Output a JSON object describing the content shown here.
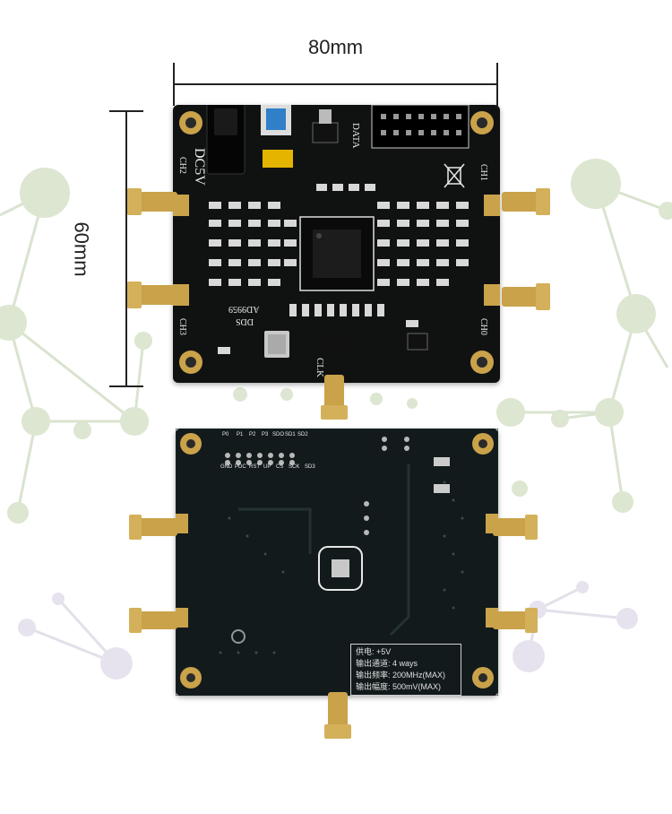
{
  "dimensions": {
    "width_label": "80mm",
    "height_label": "60mm"
  },
  "top_board": {
    "power_label": "DC5V",
    "data_header_label": "DATA",
    "chip_label_line1": "AD9959",
    "chip_label_line2": "DDS",
    "clock_label": "CLK",
    "channels": {
      "ch0": "CH0",
      "ch1": "CH1",
      "ch2": "CH2",
      "ch3": "CH3"
    }
  },
  "bottom_board": {
    "header_row_top": [
      "P0",
      "P1",
      "P2",
      "P3",
      "SDO",
      "SD1",
      "SD2"
    ],
    "header_row_bottom": [
      "GND",
      "PDC",
      "RST",
      "UP",
      "CS",
      "SCK",
      "SD3"
    ],
    "specs": [
      {
        "label": "供电:",
        "value": "+5V"
      },
      {
        "label": "输出通道:",
        "value": "4 ways"
      },
      {
        "label": "输出频率:",
        "value": "200MHz(MAX)"
      },
      {
        "label": "输出幅度:",
        "value": "500mV(MAX)"
      }
    ]
  },
  "colors": {
    "pcb": "#101212",
    "silkscreen": "#e8e8e8",
    "gold": "#c9a24a",
    "background_network": "#cfdcc0"
  }
}
